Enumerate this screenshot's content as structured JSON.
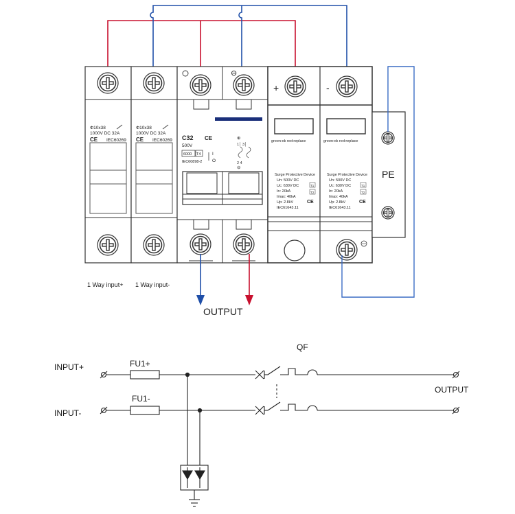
{
  "fuses": [
    {
      "size": "Φ10x38",
      "rating": "1000V DC   32A",
      "standard": "IEC60269",
      "ce": "CE",
      "caption": "1 Way input+"
    },
    {
      "size": "Φ10x38",
      "rating": "1000V DC   32A",
      "standard": "IEC60269",
      "ce": "CE",
      "caption": "1 Way input-"
    }
  ],
  "breaker": {
    "model": "C32",
    "voltage": "500V",
    "capacity": "6000",
    "class": "T4",
    "standard": "IEC60898-2",
    "ce": "CE",
    "on_mark": "I",
    "off_mark": "O",
    "terminal_plus": "⊕",
    "terminal_minus": "⊖",
    "top_minus": "⊖",
    "pins": "1│ 3│",
    "pins_bottom": "2  4"
  },
  "spd": {
    "plus_sign": "+",
    "minus_sign": "-",
    "status": "green:ok    red:replace",
    "title": "Surge Protective Device",
    "specs": [
      "Un:    500V DC",
      "Uc:    630V DC",
      "In:     20kA",
      "Imax:  40kA",
      "Up:    2.8kV"
    ],
    "spec_tags": [
      "T1",
      "T2"
    ],
    "standard": "IEC61643.11",
    "ce": "CE"
  },
  "pe_label": "PE",
  "output_label": "OUTPUT",
  "schematic": {
    "qf": "QF",
    "input_plus": "INPUT+",
    "input_minus": "INPUT-",
    "fu1_plus": "FU1+",
    "fu1_minus": "FU1-",
    "output": "OUTPUT"
  },
  "colors": {
    "positive": "#c8102e",
    "negative": "#1f4fa8",
    "pe_wire": "#3a6bc4",
    "device_line": "#333333",
    "handle_bar": "#1a2f7a"
  }
}
